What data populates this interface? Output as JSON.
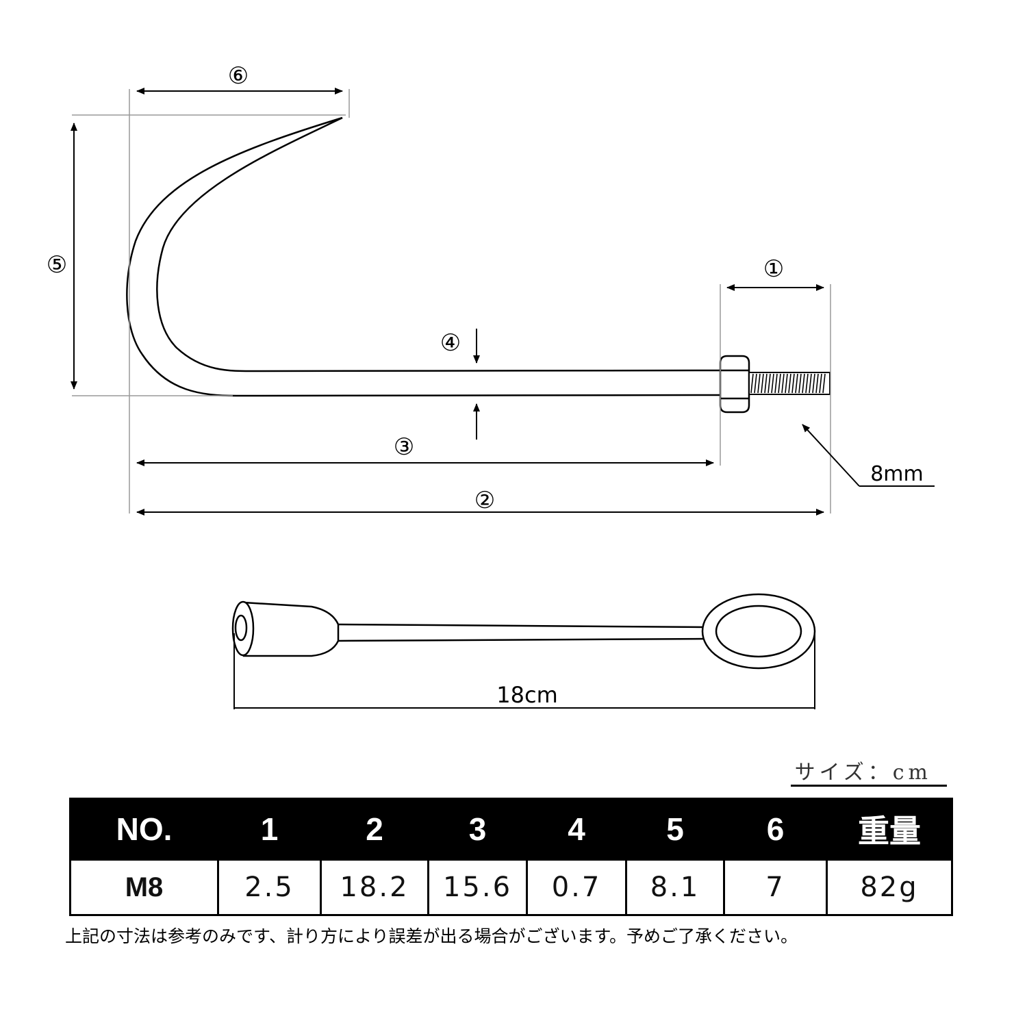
{
  "diagram": {
    "labels": {
      "d1": "①",
      "d2": "②",
      "d3": "③",
      "d4": "④",
      "d5": "⑤",
      "d6": "⑥",
      "thread": "8mm",
      "tool_length": "18cm"
    }
  },
  "unit_label": "サイズ：cm",
  "table": {
    "headers": [
      "NO.",
      "1",
      "2",
      "3",
      "4",
      "5",
      "6",
      "重量"
    ],
    "row": [
      "M8",
      "2.5",
      "18.2",
      "15.6",
      "0.7",
      "8.1",
      "7",
      "82g"
    ]
  },
  "note": "上記の寸法は参考のみです、計り方により誤差が出る場合がございます。予めご了承ください。"
}
